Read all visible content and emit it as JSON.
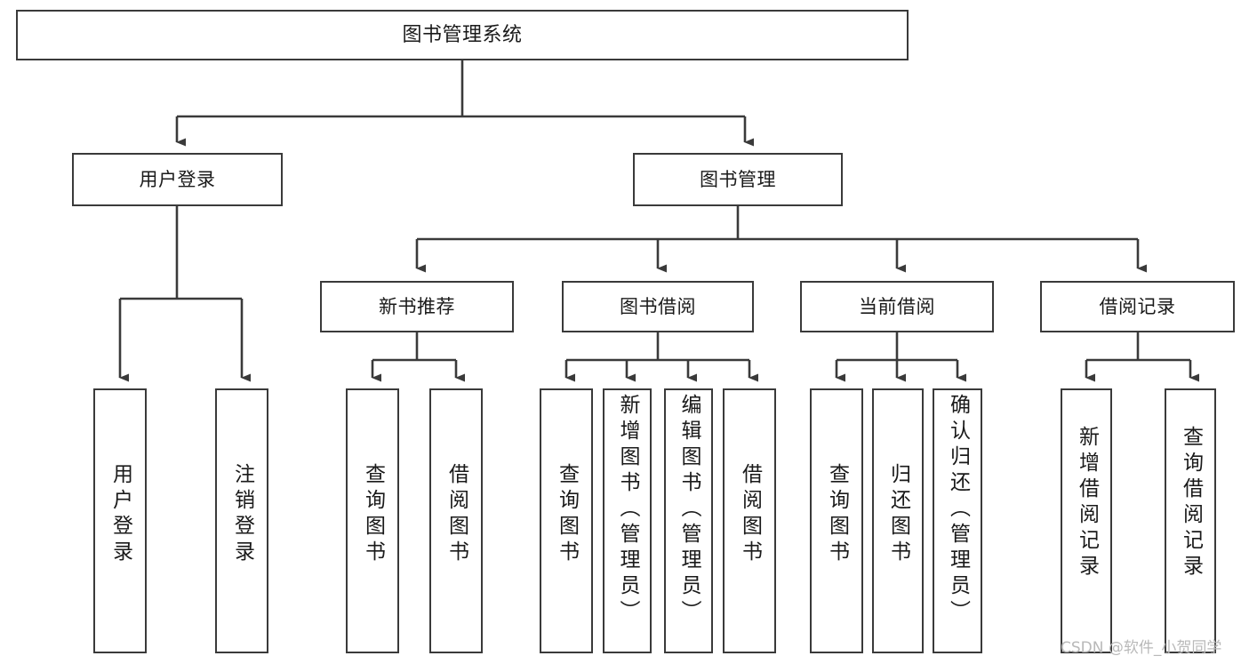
{
  "diagram": {
    "title": "图书管理系统",
    "type": "tree",
    "colors": {
      "stroke": "#3a3a3a",
      "fill": "#ffffff",
      "text": "#1a1a1a",
      "watermark": "#b9b9b9"
    },
    "levels": {
      "root": {
        "label": "图书管理系统"
      },
      "level2": [
        {
          "label": "用户登录"
        },
        {
          "label": "图书管理"
        }
      ],
      "level3": [
        {
          "label": "新书推荐"
        },
        {
          "label": "图书借阅"
        },
        {
          "label": "当前借阅"
        },
        {
          "label": "借阅记录"
        }
      ],
      "leaves": {
        "user_login": [
          {
            "label": "用户登录"
          },
          {
            "label": "注销登录"
          }
        ],
        "new_book_recommend": [
          {
            "label": "查询图书"
          },
          {
            "label": "借阅图书"
          }
        ],
        "book_borrow": [
          {
            "label": "查询图书"
          },
          {
            "label": "新增图书（管理员）"
          },
          {
            "label": "编辑图书（管理员）"
          },
          {
            "label": "借阅图书"
          }
        ],
        "current_borrow": [
          {
            "label": "查询图书"
          },
          {
            "label": "归还图书"
          },
          {
            "label": "确认归还（管理员）"
          }
        ],
        "borrow_record": [
          {
            "label": "新增借阅记录"
          },
          {
            "label": "查询借阅记录"
          }
        ]
      }
    }
  },
  "watermark": {
    "text": "CSDN @软件_小贺同学"
  }
}
